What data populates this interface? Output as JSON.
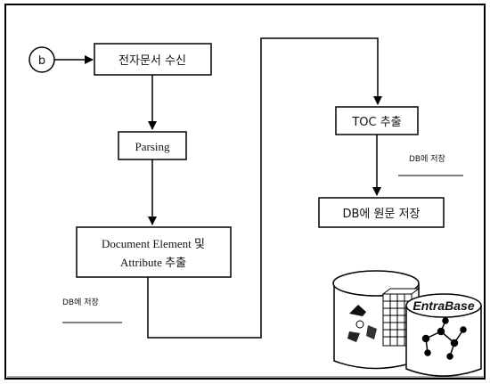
{
  "start_node": {
    "label": "b"
  },
  "steps": {
    "receive": "전자문서 수신",
    "parsing": "Parsing",
    "extract_line1": "Document Element 및",
    "extract_line2": "Attribute 추출",
    "toc": "TOC 추출",
    "store_original": "DB에 원문 저장"
  },
  "notes": {
    "db_store_left": "DB에 저장",
    "db_store_right": "DB에 저장"
  },
  "database": {
    "brand": "EntraBase"
  }
}
